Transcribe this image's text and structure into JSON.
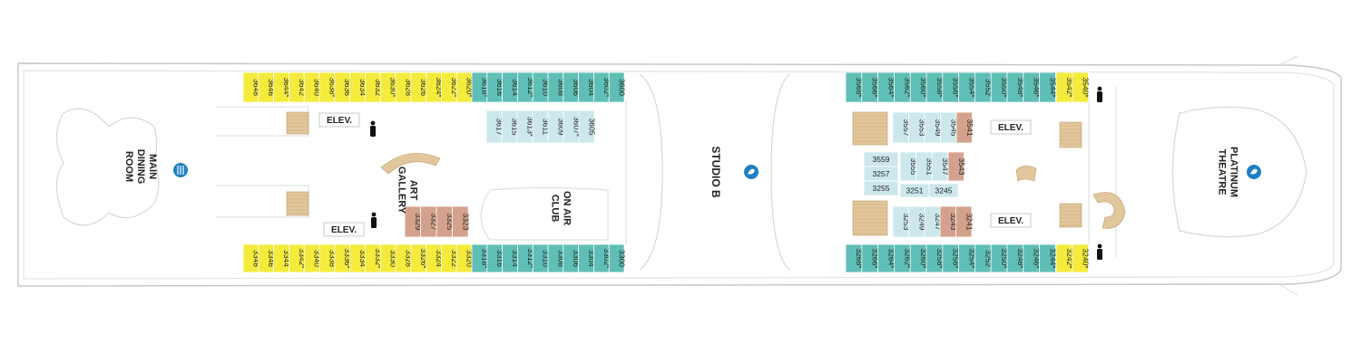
{
  "colors": {
    "yellow": "#f4eb3c",
    "teal": "#5fbfb6",
    "light_blue": "#cce8ec",
    "brown": "#d4a28c",
    "stairs": "#e2c79c",
    "outline": "#c8c8c8",
    "icon_blue": "#1f7fc4"
  },
  "labels": {
    "elevator": "ELEV.",
    "main_dining_room": "MAIN\nDINING\nROOM",
    "art_gallery": "ART\nGALLERY",
    "on_air_club": "ON AIR\nCLUB",
    "studio_b": "STUDIO B",
    "platinum_theatre": "PLATINUM\nTHEATRE"
  },
  "cabins": {
    "top_aft": [
      "3648",
      "3646",
      "3644*",
      "3642",
      "3640",
      "3638*",
      "3636",
      "3634",
      "3632",
      "3630*",
      "3628",
      "3626",
      "3624*",
      "3622*",
      "3620*"
    ],
    "top_aft_teal": [
      "3618*",
      "3616",
      "3614",
      "3612*",
      "3610",
      "3608",
      "3606",
      "3604",
      "3602*",
      "3600"
    ],
    "inner_aft_blue": [
      "3617",
      "3615",
      "3613*",
      "3611",
      "3609",
      "3607*",
      "3605"
    ],
    "inner_aft_brown": [
      "3329",
      "3327",
      "3325",
      "3323"
    ],
    "bottom_aft": [
      "3348",
      "3346",
      "3344",
      "3342*",
      "3340",
      "3338",
      "3336*",
      "3334",
      "3332*",
      "3330",
      "3328",
      "3326*",
      "3324",
      "3322",
      "3320"
    ],
    "bottom_aft_teal": [
      "3318*",
      "3316",
      "3314",
      "3312*",
      "3310",
      "3308",
      "3306",
      "3304",
      "3302*",
      "3300"
    ],
    "top_fwd_teal": [
      "3568*",
      "3566*",
      "3564*",
      "3562*",
      "3560*",
      "3558*",
      "3556*",
      "3554*",
      "3552",
      "3550*",
      "3548*",
      "3546*",
      "3544*"
    ],
    "top_fwd_yellow": [
      "3542*",
      "3540*"
    ],
    "inner_fwd_top_blue": [
      "3557",
      "3553",
      "3549",
      "3545"
    ],
    "inner_fwd_top_brown": [
      "3541"
    ],
    "inner_fwd_mid_left": [
      "3559",
      "3257",
      "3255"
    ],
    "inner_fwd_mid_right_top": [
      "3555",
      "3551",
      "3547"
    ],
    "inner_fwd_mid_brown": [
      "3543"
    ],
    "inner_fwd_mid_right_bottom": [
      "3251",
      "3245"
    ],
    "inner_fwd_bottom_blue": [
      "3253",
      "3249",
      "3247"
    ],
    "inner_fwd_bottom_brown": [
      "3243",
      "3241"
    ],
    "bottom_fwd_teal": [
      "3268*",
      "3266*",
      "3264*",
      "3262*",
      "3260*",
      "3258*",
      "3256*",
      "3254*",
      "3252",
      "3250*",
      "3248*",
      "3246*",
      "3244*"
    ],
    "bottom_fwd_yellow": [
      "3242*",
      "3240*"
    ]
  }
}
